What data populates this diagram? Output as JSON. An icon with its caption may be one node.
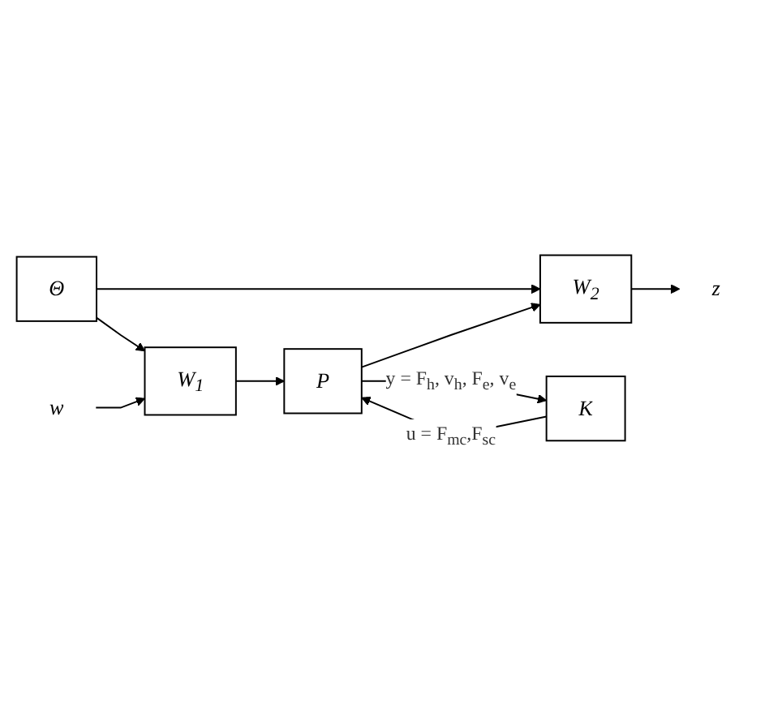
{
  "diagram": {
    "nodes": [
      {
        "text": [
          "Θ"
        ]
      },
      {
        "text": [
          "w"
        ]
      },
      {
        "text": [
          "W$_{1}$"
        ]
      },
      {
        "text": [
          "P"
        ]
      },
      {
        "text": [
          "W$_{2}$"
        ]
      },
      {
        "text": [
          "z"
        ]
      },
      {
        "text": [
          "K"
        ]
      }
    ],
    "edges": [
      {
        "from": 0,
        "to": 2,
        "arrow": "to"
      },
      {
        "from": 0,
        "to": 4,
        "arrow": "to"
      },
      {
        "from": 1,
        "to": 2,
        "arrow": "to"
      },
      {
        "from": 2,
        "to": 3,
        "arrow": "to"
      },
      {
        "from": 3,
        "to": 4,
        "arrow": "to"
      },
      {
        "from": 4,
        "to": 5,
        "arrow": "to"
      },
      {
        "from": 3,
        "to": 6,
        "arrow": "to",
        "label": "y = F$_{h}$, v$_{h}$, F$_{e}$, v$_{e}$"
      },
      {
        "from": 6,
        "to": 3,
        "arrow": "to",
        "label": "u = F$_{mc}$,F$_{sc}$"
      }
    ]
  }
}
